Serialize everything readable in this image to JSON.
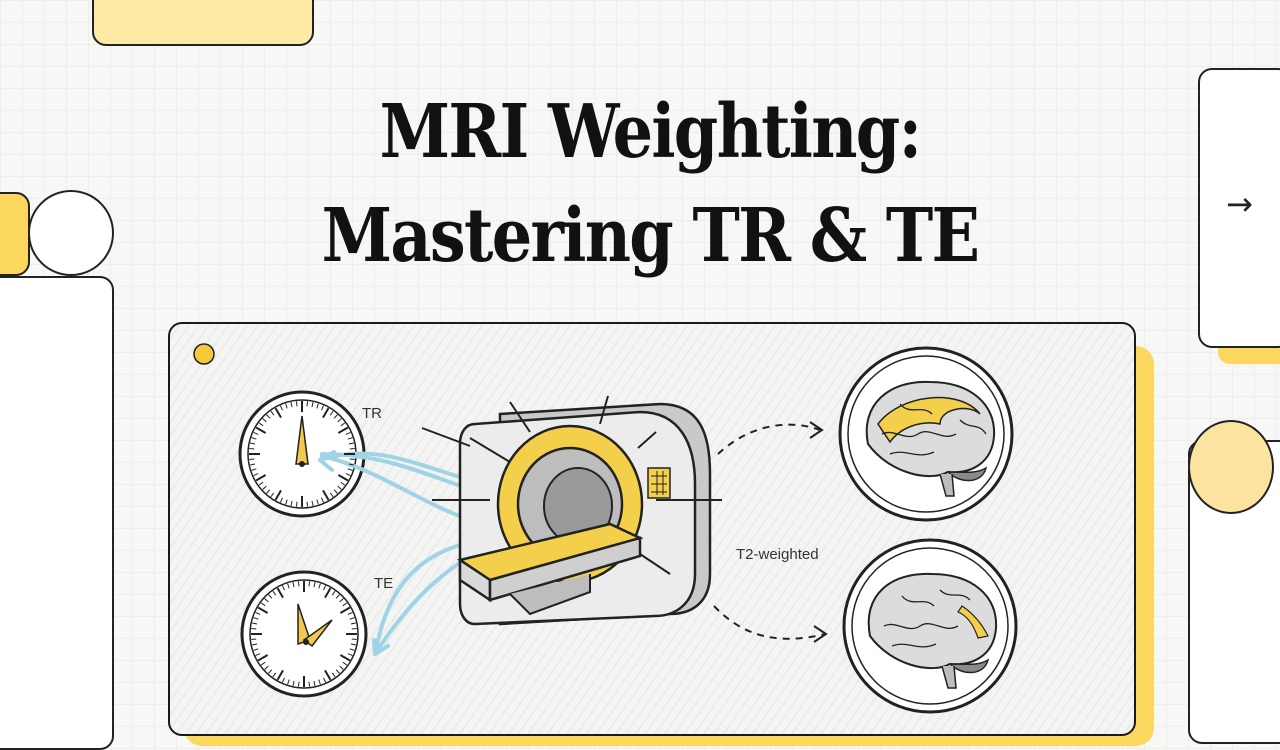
{
  "slide": {
    "title": "MRI Weighting: Mastering TR & TE"
  },
  "illustration": {
    "tr_label": "TR",
    "te_label": "TE",
    "weighting_label": "T2-weighted"
  },
  "navigation": {
    "next_icon": "right-arrow-icon",
    "next_glyph": "→"
  },
  "colors": {
    "accent_yellow": "#fcd75e",
    "signal_blue": "#9fd3e6",
    "ink": "#1a1a1a"
  }
}
